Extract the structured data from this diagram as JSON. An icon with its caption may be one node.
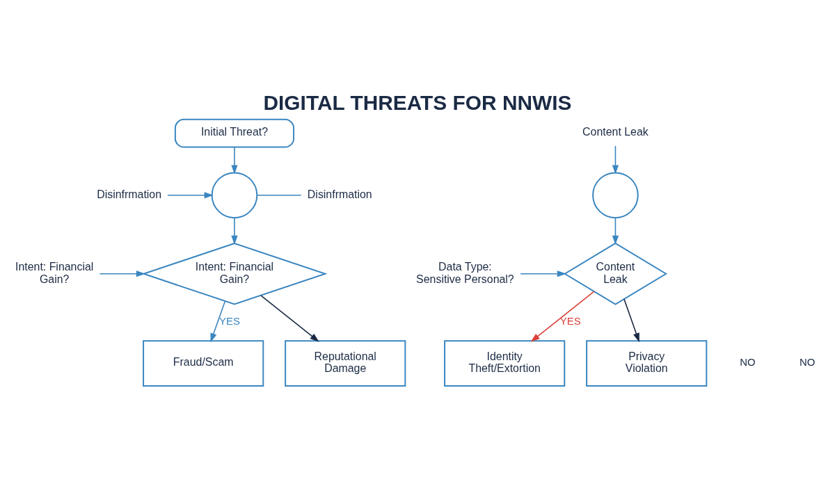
{
  "diagram": {
    "title": "DIGITAL THREATS FOR NNWIS",
    "nodes": [
      {
        "text": [
          "Initial Threat?"
        ]
      },
      {
        "text": [],
        "shape": "circle"
      },
      {
        "text": [
          "Disinfrmation"
        ]
      },
      {
        "text": [
          "Disinfrmation"
        ]
      },
      {
        "text": [
          "Intent: Financial Gain?"
        ]
      },
      {
        "text": [
          "Intent: Financial Gain?"
        ]
      },
      {
        "text": [
          "Fraud/Scam"
        ]
      },
      {
        "text": [
          "Reputational Damage"
        ]
      },
      {
        "text": [
          "Content Leak"
        ]
      },
      {
        "text": [],
        "shape": "circle"
      },
      {
        "text": [
          "Content Leak"
        ]
      },
      {
        "text": [
          "Data Type: Sensitive Personal?"
        ]
      },
      {
        "text": [
          "Identity Theft/Extortion"
        ]
      },
      {
        "text": [
          "Privacy Violation"
        ]
      }
    ],
    "edges": [
      {
        "from": 0,
        "to": 1,
        "arrow": "to"
      },
      {
        "from": 2,
        "to": 1,
        "arrow": "to"
      },
      {
        "from": 1,
        "to": 3,
        "arrow": "none"
      },
      {
        "from": 1,
        "to": 4,
        "arrow": "to"
      },
      {
        "from": 5,
        "to": 4,
        "arrow": "to"
      },
      {
        "from": 4,
        "to": 6,
        "arrow": "to",
        "label": "YES"
      },
      {
        "from": 4,
        "to": 7,
        "arrow": "to",
        "color": "#1b2a44"
      },
      {
        "from": 8,
        "to": 9,
        "arrow": "to"
      },
      {
        "from": 9,
        "to": 10,
        "arrow": "to"
      },
      {
        "from": 11,
        "to": 10,
        "arrow": "to"
      },
      {
        "from": 10,
        "to": 12,
        "arrow": "to",
        "label": "YES",
        "color": "#d9413a"
      },
      {
        "from": 10,
        "to": 13,
        "arrow": "to",
        "color": "#1b2a44"
      }
    ],
    "labels": [
      "NO",
      "NO"
    ]
  }
}
